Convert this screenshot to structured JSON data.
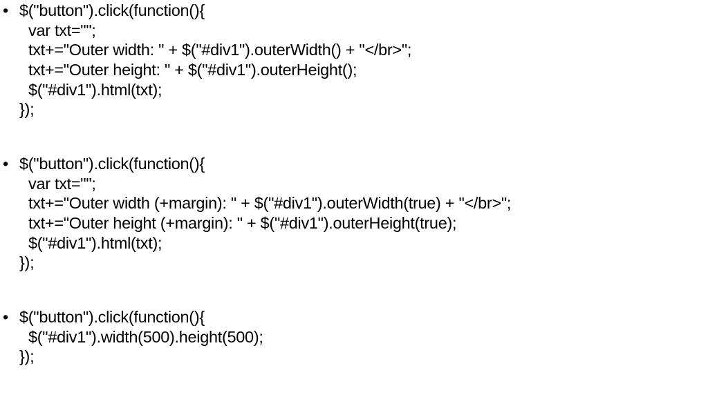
{
  "slide": {
    "bullet_char": "•",
    "blocks": [
      {
        "lines": [
          "$(\"button\").click(function(){",
          "var txt=\"\";",
          "txt+=\"Outer width: \" + $(\"#div1\").outerWidth() + \"</br>\";",
          "txt+=\"Outer height: \" + $(\"#div1\").outerHeight();",
          "$(\"#div1\").html(txt);",
          "});"
        ]
      },
      {
        "lines": [
          "$(\"button\").click(function(){",
          "var txt=\"\";",
          "txt+=\"Outer width (+margin): \" + $(\"#div1\").outerWidth(true) + \"</br>\";",
          "txt+=\"Outer height (+margin): \" + $(\"#div1\").outerHeight(true);",
          "$(\"#div1\").html(txt);",
          "});"
        ]
      },
      {
        "lines": [
          "$(\"button\").click(function(){",
          "$(\"#div1\").width(500).height(500);",
          "});"
        ]
      }
    ]
  }
}
